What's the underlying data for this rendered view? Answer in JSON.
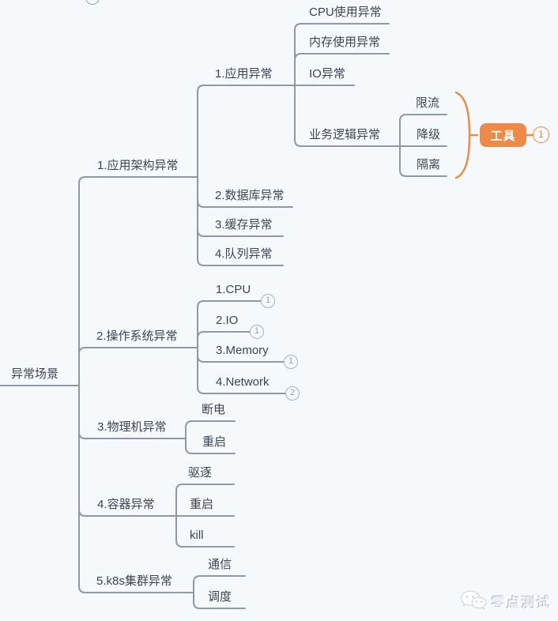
{
  "mindmap": {
    "root": {
      "label": "异常场景"
    },
    "branches": [
      {
        "label": "1.应用架构异常",
        "children": [
          {
            "label": "1.应用异常",
            "children": [
              {
                "label": "CPU使用异常"
              },
              {
                "label": "内存使用异常"
              },
              {
                "label": "IO异常"
              },
              {
                "label": "业务逻辑异常",
                "children": [
                  {
                    "label": "限流"
                  },
                  {
                    "label": "降级"
                  },
                  {
                    "label": "隔离"
                  }
                ],
                "summary": {
                  "label": "工具",
                  "badge": "1"
                }
              }
            ]
          },
          {
            "label": "2.数据库异常"
          },
          {
            "label": "3.缓存异常"
          },
          {
            "label": "4.队列异常"
          }
        ]
      },
      {
        "label": "2.操作系统异常",
        "children": [
          {
            "label": "1.CPU",
            "badge": "1"
          },
          {
            "label": "2.IO",
            "badge": "1"
          },
          {
            "label": "3.Memory",
            "badge": "1"
          },
          {
            "label": "4.Network",
            "badge": "2"
          }
        ]
      },
      {
        "label": "3.物理机异常",
        "children": [
          {
            "label": "断电"
          },
          {
            "label": "重启"
          }
        ]
      },
      {
        "label": "4.容器异常",
        "children": [
          {
            "label": "驱逐"
          },
          {
            "label": "重启"
          },
          {
            "label": "kill"
          }
        ]
      },
      {
        "label": "5.k8s集群异常",
        "children": [
          {
            "label": "通信"
          },
          {
            "label": "调度"
          }
        ]
      }
    ],
    "colors": {
      "background": "#F6F9FC",
      "line": "#8E98A9",
      "text": "#3C4452",
      "accent_orange": "#EE8A45",
      "badge_gray": "#96A1B0"
    },
    "watermark": {
      "label": "零点测试",
      "icon": "wechat-icon"
    }
  }
}
